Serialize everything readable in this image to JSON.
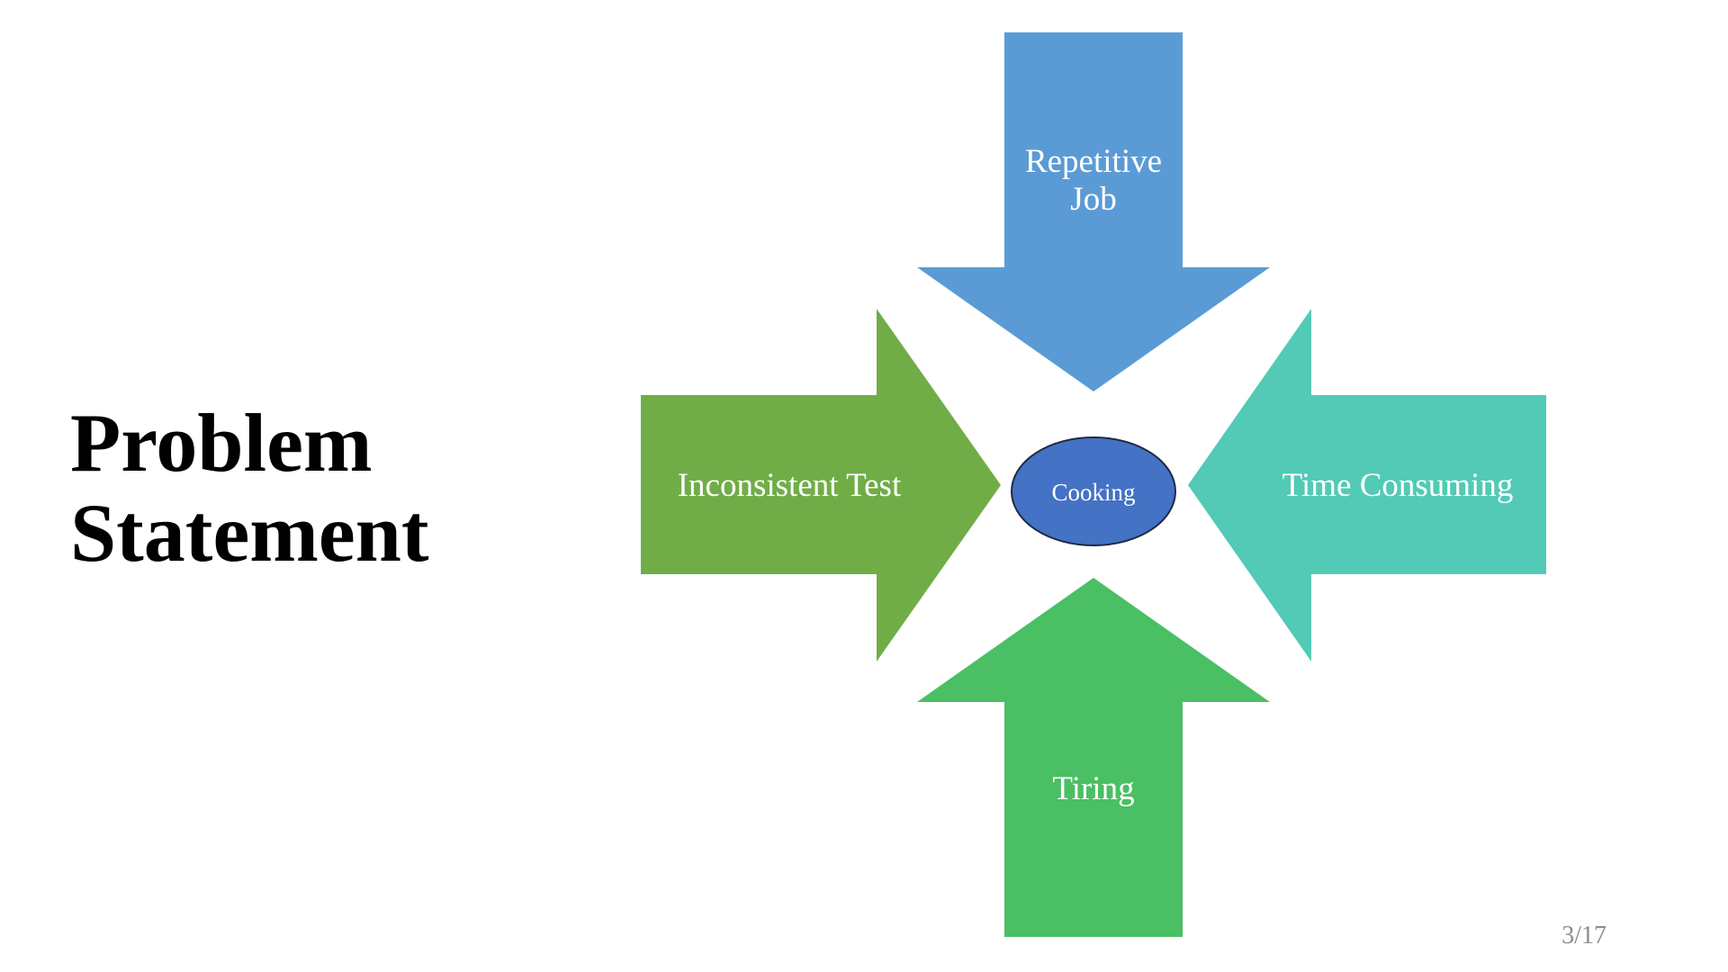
{
  "slide": {
    "title_line1": "Problem",
    "title_line2": "Statement",
    "page_number": "3/17"
  },
  "diagram": {
    "center": {
      "label": "Cooking",
      "color": "#4472C4",
      "border": "#1F2A44"
    },
    "arrows": {
      "top": {
        "line1": "Repetitive",
        "line2": "Job",
        "color": "#5B9BD5"
      },
      "left": {
        "label": "Inconsistent Test",
        "color": "#70AD47"
      },
      "right": {
        "label": "Time Consuming",
        "color": "#52CAB6"
      },
      "bottom": {
        "label": "Tiring",
        "color": "#4ABF63"
      }
    }
  }
}
